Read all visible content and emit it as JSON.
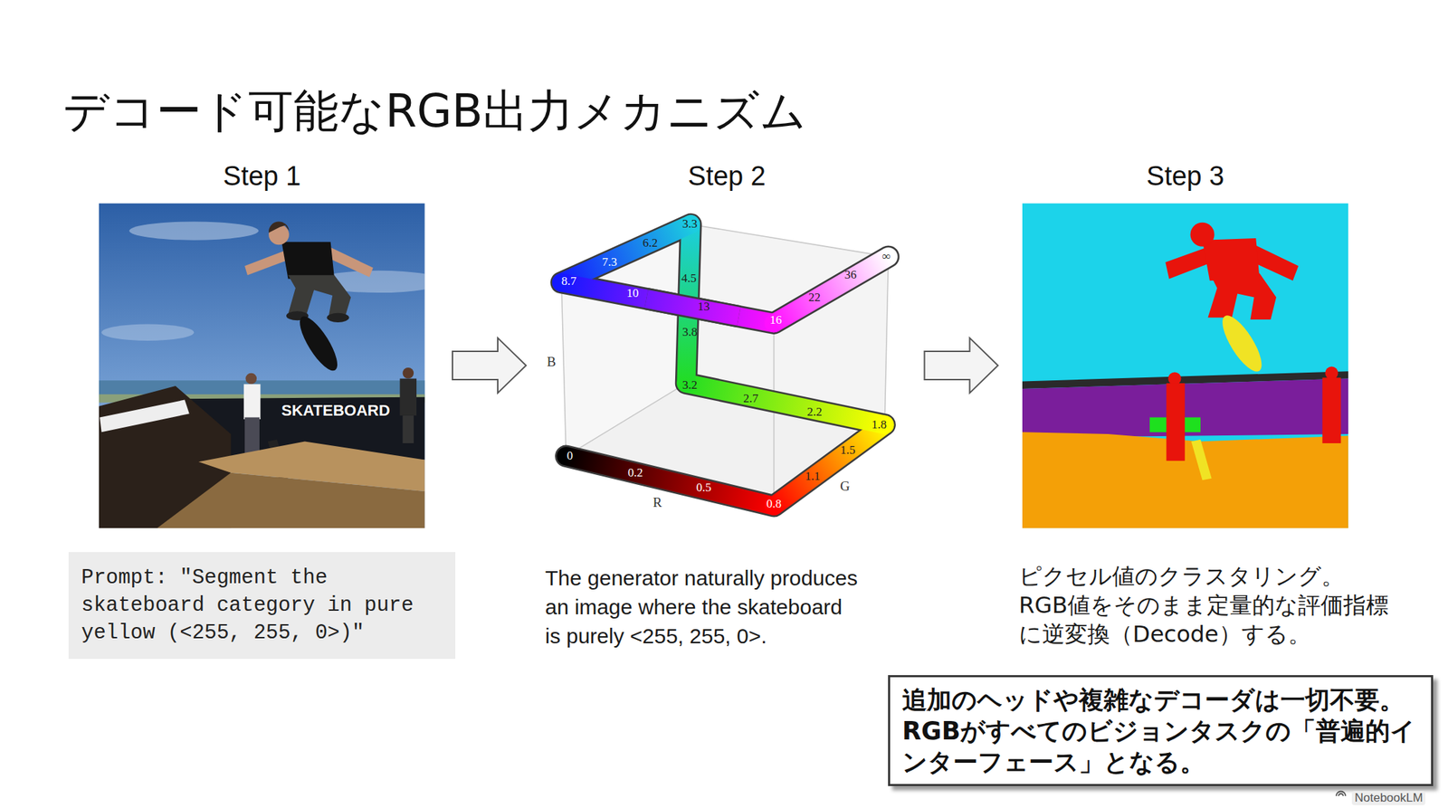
{
  "diagram": {
    "title": "デコード可能なRGB出力メカニズム",
    "nodes": [
      {
        "text": [
          "Step 1"
        ]
      },
      {
        "text": [
          "Step 2"
        ]
      },
      {
        "text": [
          "Step 3"
        ]
      },
      {
        "text": [
          "Prompt: \"Segment the skateboard category in pure yellow (<255, 255, 0>)\""
        ]
      },
      {
        "text": [
          "追加のヘッドや複雑なデコーダは一切不要。",
          "RGBがすべてのビジョンタスクの「普遍的インターフェース」となる。"
        ]
      }
    ],
    "edges": [
      {
        "from": 0,
        "to": 1,
        "arrow": "to"
      },
      {
        "from": 1,
        "to": 2,
        "arrow": "to"
      }
    ],
    "labels": [
      "SKATEBOARD",
      "0",
      "0.2",
      "0.5",
      "0.8",
      "1.1",
      "1.5",
      "1.8",
      "2.2",
      "2.7",
      "3.2",
      "3.8",
      "4.5",
      "3.3",
      "6.2",
      "7.3",
      "8.7",
      "10",
      "13",
      "16",
      "22",
      "36",
      "∞",
      "B",
      "R",
      "G",
      "The generator naturally produces an image where the skateboard is purely <255, 255, 0>.",
      "ピクセル値のクラスタリング。",
      "RGB値をそのまま定量的な評価指標に逆変換（Decode）する。",
      "NotebookLM"
    ]
  }
}
